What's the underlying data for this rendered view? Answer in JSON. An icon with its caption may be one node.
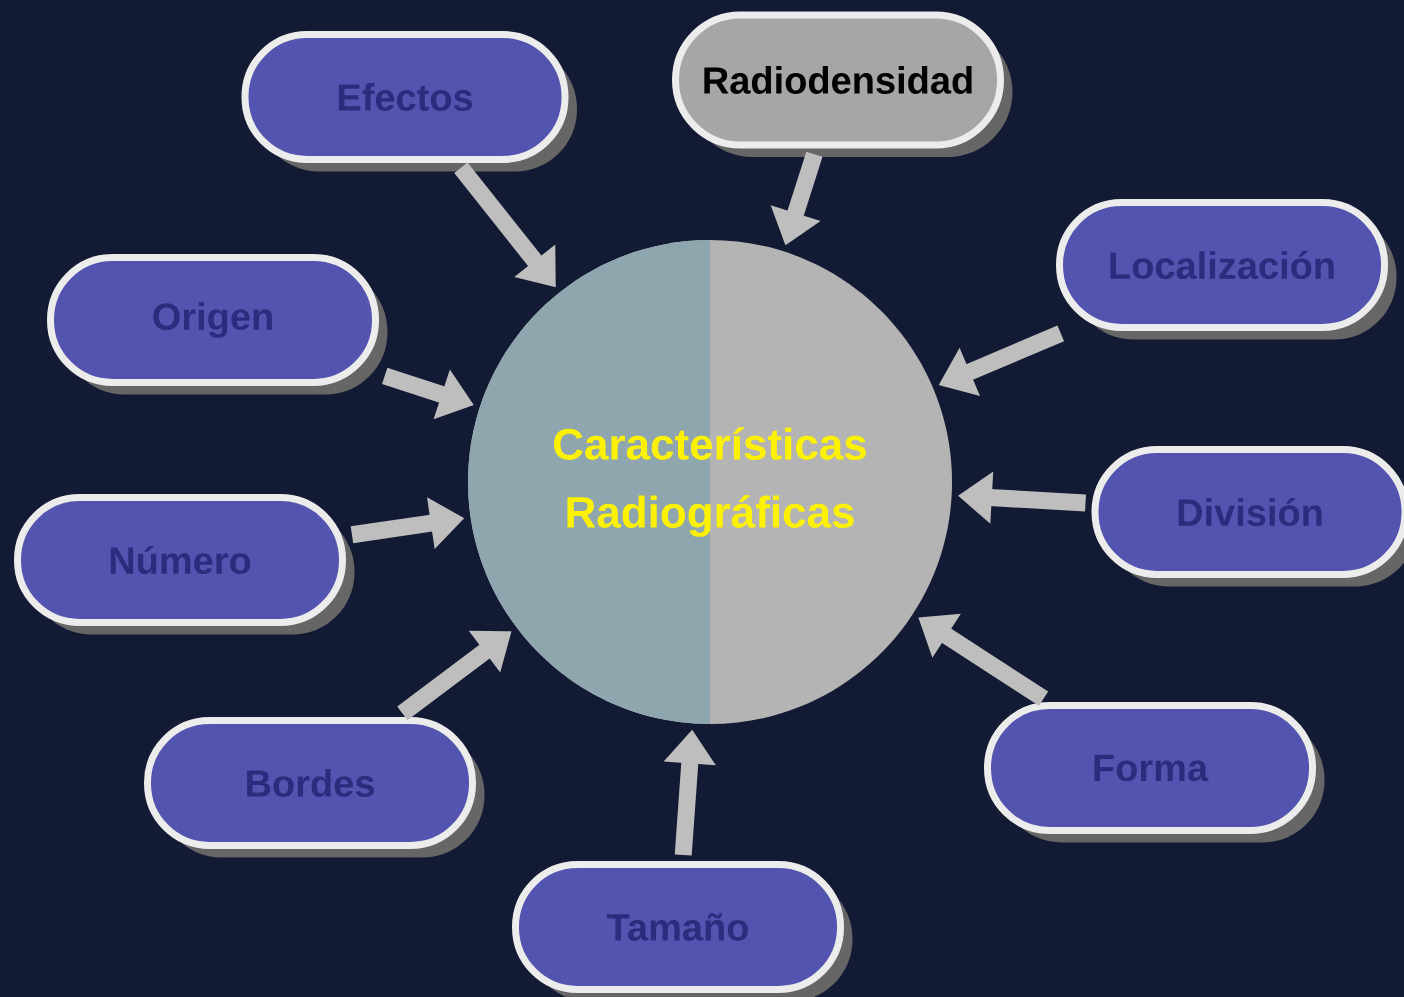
{
  "diagram": {
    "nodes": [
      {
        "text": [
          "Características Radiográficas"
        ]
      },
      {
        "text": [
          "Efectos"
        ]
      },
      {
        "text": [
          "Radiodensidad"
        ]
      },
      {
        "text": [
          "Localización"
        ]
      },
      {
        "text": [
          "Origen"
        ]
      },
      {
        "text": [
          "División"
        ]
      },
      {
        "text": [
          "Número"
        ]
      },
      {
        "text": [
          "Bordes"
        ]
      },
      {
        "text": [
          "Forma"
        ]
      },
      {
        "text": [
          "Tamaño"
        ]
      }
    ],
    "edges": [
      {
        "from": 1,
        "to": 0,
        "arrow": "to"
      },
      {
        "from": 2,
        "to": 0,
        "arrow": "to"
      },
      {
        "from": 3,
        "to": 0,
        "arrow": "to"
      },
      {
        "from": 4,
        "to": 0,
        "arrow": "to"
      },
      {
        "from": 5,
        "to": 0,
        "arrow": "to"
      },
      {
        "from": 6,
        "to": 0,
        "arrow": "to"
      },
      {
        "from": 7,
        "to": 0,
        "arrow": "to"
      },
      {
        "from": 8,
        "to": 0,
        "arrow": "to"
      },
      {
        "from": 9,
        "to": 0,
        "arrow": "to"
      }
    ]
  }
}
